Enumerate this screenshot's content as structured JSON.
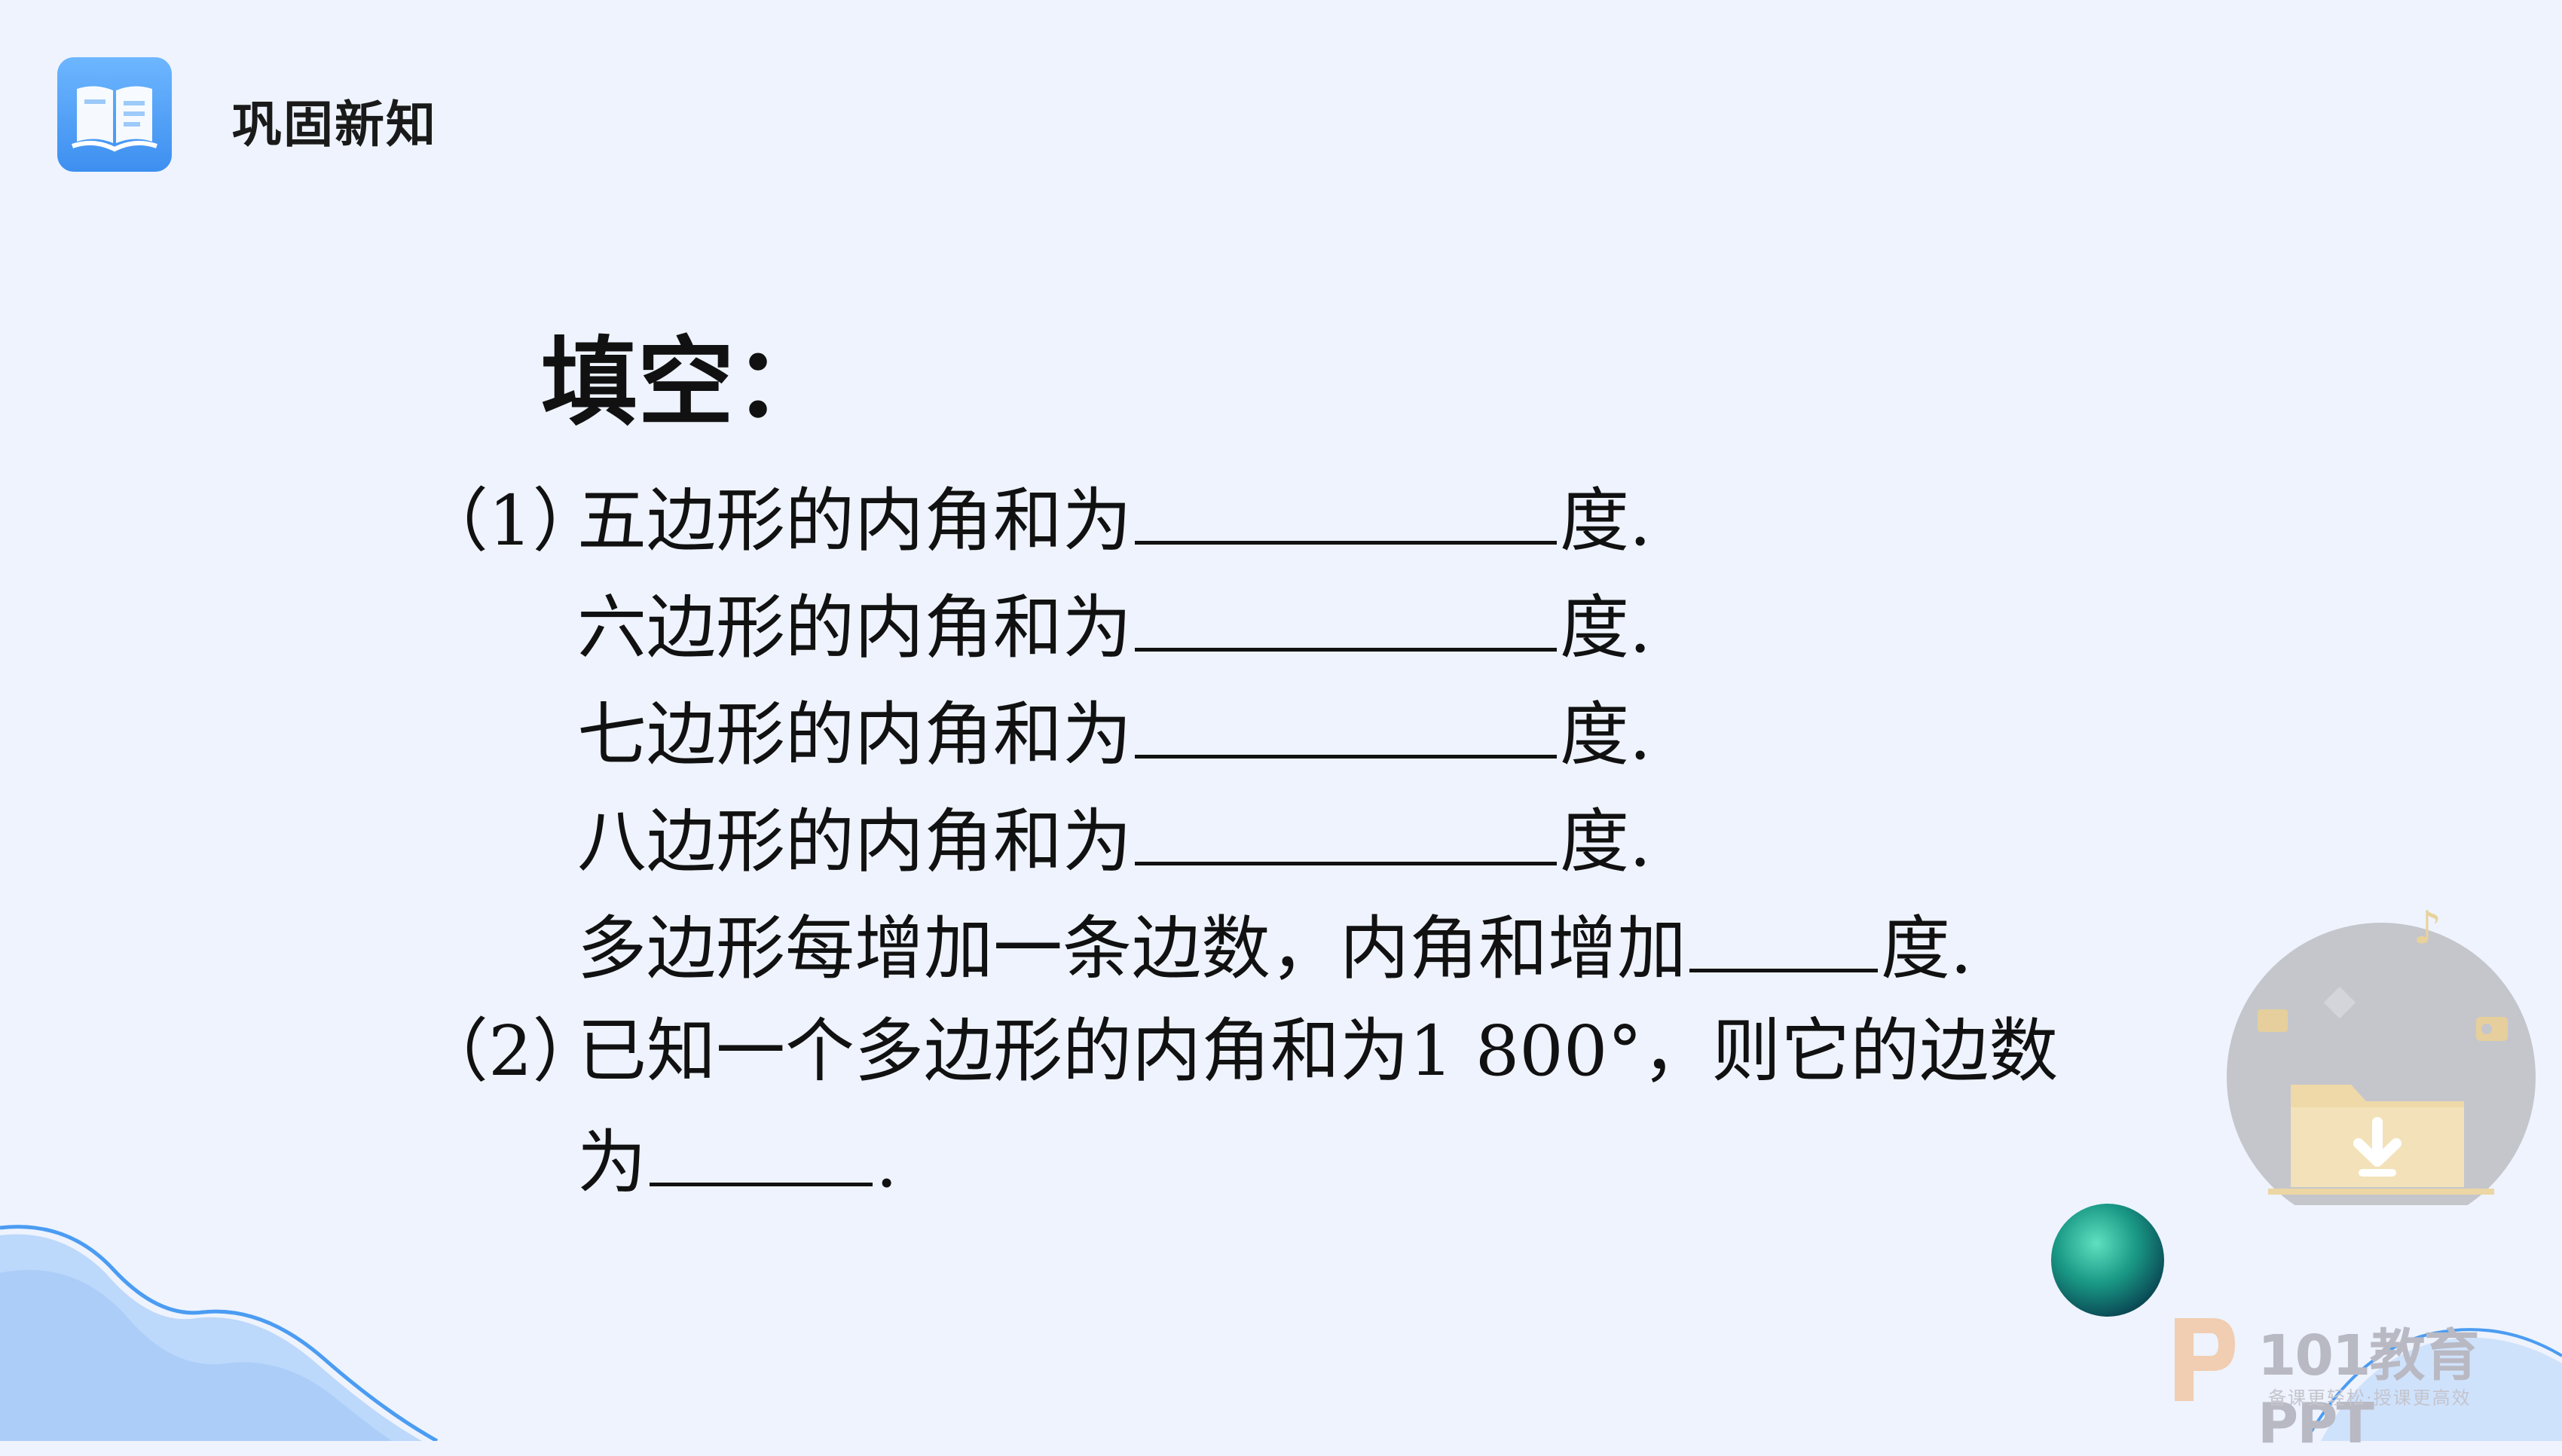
{
  "header": {
    "title": "巩固新知",
    "icon": "open-book-icon"
  },
  "exercise": {
    "heading": "填空：",
    "part1": {
      "number": "（1）",
      "lines": [
        {
          "text": "五边形的内角和为",
          "unit": "度."
        },
        {
          "text": "六边形的内角和为",
          "unit": "度."
        },
        {
          "text": "七边形的内角和为",
          "unit": "度."
        },
        {
          "text": "八边形的内角和为",
          "unit": "度."
        },
        {
          "text": "多边形每增加一条边数，内角和增加",
          "unit": "度."
        }
      ]
    },
    "part2": {
      "number": "（2）",
      "line1": "已知一个多边形的内角和为1 800°，则它的边数",
      "line2_prefix": "为",
      "line2_suffix": "."
    }
  },
  "watermark": {
    "brand": "101教育PPT",
    "slogan": "备课更轻松·授课更高效"
  },
  "colors": {
    "background": "#eef3fd",
    "accent": "#4b9cf2",
    "wave": "#bcd8fb"
  }
}
